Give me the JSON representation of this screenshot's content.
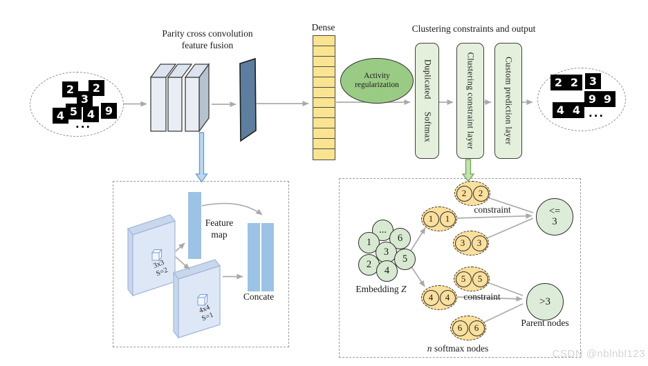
{
  "colors": {
    "arrow": "#ababab",
    "dense-fill": "#fbe491",
    "green-ellipse": "#9acb84",
    "layer-box": "#e5f0dc",
    "slab-side": "#b6c2d0",
    "flat-layer": "#5d7e9f",
    "detail-slab": "#dde7f6",
    "bar-blue": "#9cc2e5",
    "embed-green": "#d8e9d2",
    "node-yellow": "#fbdf9d",
    "parent-green": "#ddecd8",
    "blue-arrow-fill": "#bdd7ee",
    "blue-arrow-stroke": "#5b9bd5",
    "green-arrow-fill": "#c6e0b4",
    "green-arrow-stroke": "#6aa84f"
  },
  "header": {
    "conv_title_line1": "Parity cross convolution",
    "conv_title_line2": "feature fusion",
    "dense_label": "Dense",
    "cluster_title": "Clustering constraints and output"
  },
  "input_cluster": {
    "digits": [
      "2",
      "2",
      "3",
      "4",
      "5",
      "4",
      "9"
    ],
    "ellipsis": "..."
  },
  "output_cluster": {
    "digits": [
      "2",
      "2",
      "3",
      "9",
      "9",
      "4",
      "4"
    ],
    "ellipsis": "..."
  },
  "pipeline": {
    "activity_line1": "Activity",
    "activity_line2": "regularization",
    "layer1_word1": "Duplicated",
    "layer1_word2": "Softmax",
    "layer2": "Clustering constraint layer",
    "layer3": "Custom prediction layer"
  },
  "conv_detail": {
    "kernel1_size": "3x3",
    "kernel1_stride": "S=2",
    "kernel2_size": "4x4",
    "kernel2_stride": "S=1",
    "feature_map_line1": "Feature",
    "feature_map_line2": "map",
    "concate_label": "Concate"
  },
  "cluster_detail": {
    "embedding_prefix": "Embedding ",
    "embedding_var": "Z",
    "embed_nodes": [
      "1",
      "2",
      "3",
      "4",
      "5",
      "6"
    ],
    "embed_ellipsis": "...",
    "softmax_values": [
      "2",
      "1",
      "3",
      "5",
      "4",
      "6"
    ],
    "constraint_top": "constraint",
    "constraint_bottom": "constraint",
    "parent_top_op": "<=",
    "parent_top_val": "3",
    "parent_bottom": ">3",
    "parent_label": "Parent nodes",
    "footer_var": "n",
    "footer_rest": " softmax nodes"
  },
  "watermark": "CSDN @nblnbl123"
}
